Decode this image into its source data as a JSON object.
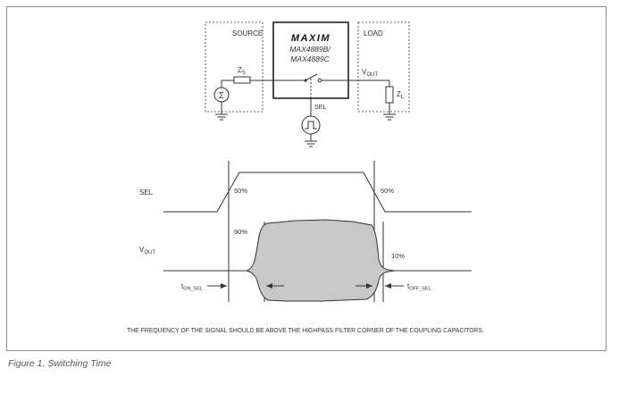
{
  "circuit": {
    "source_label": "SOURCE",
    "load_label": "LOAD",
    "logo_text": "MAXIM",
    "part_line1": "MAX4889B/",
    "part_line2": "MAX4889C",
    "zs_main": "Z",
    "zs_sub": "S",
    "vout_main": "V",
    "vout_sub": "OUT",
    "zl_main": "Z",
    "zl_sub": "L",
    "sel_label": "SEL",
    "sigma_symbol": "Σ"
  },
  "timing": {
    "sel_label": "SEL",
    "vout_main": "V",
    "vout_sub": "OUT",
    "pct_50_left": "50%",
    "pct_50_right": "50%",
    "pct_90": "90%",
    "pct_10": "10%",
    "ton_main": "t",
    "ton_sub": "ON_SEL",
    "toff_main": "t",
    "toff_sub": "OFF_SEL"
  },
  "note": "THE FREQUENCY OF THE SIGNAL SHOULD BE ABOVE THE HIGHPASS FILTER CORNER OF THE COUPLING CAPACITORS.",
  "caption": "Figure 1. Switching Time",
  "colors": {
    "line": "#333333",
    "fill": "#c8c8c8",
    "frame": "#8a8a8a"
  }
}
